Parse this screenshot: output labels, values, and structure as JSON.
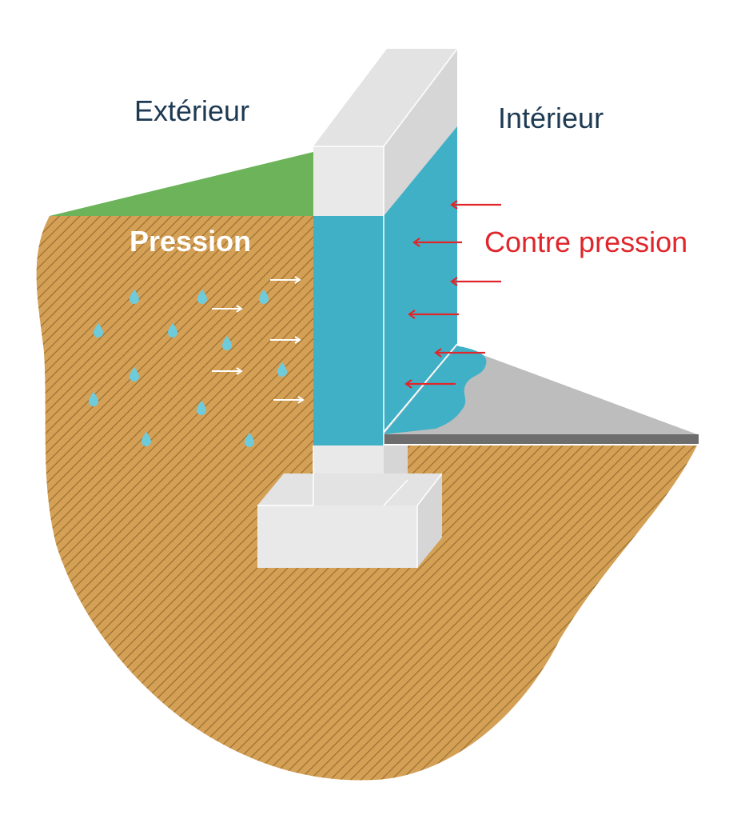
{
  "labels": {
    "exterior": "Extérieur",
    "interior": "Intérieur",
    "pressure": "Pression",
    "counter_pressure": "Contre pression"
  },
  "colors": {
    "soil": "#d4a056",
    "soil_hatch": "#9a6f2e",
    "grass": "#6cb35a",
    "concrete_front": "#e6e6e6",
    "concrete_side": "#d4d4d4",
    "water": "#40b0c6",
    "slab_top": "#bdbdbd",
    "slab_edge": "#6d6d6d",
    "text_dark": "#1e3a52",
    "text_red": "#e0262b",
    "text_white": "#ffffff",
    "arrow_white": "#ffffff",
    "arrow_red": "#e0262b",
    "droplet": "#6ecbdc"
  },
  "icons": {
    "droplet": "water-droplet-icon",
    "arrow_right": "arrow-right-icon",
    "arrow_left": "arrow-left-icon"
  }
}
